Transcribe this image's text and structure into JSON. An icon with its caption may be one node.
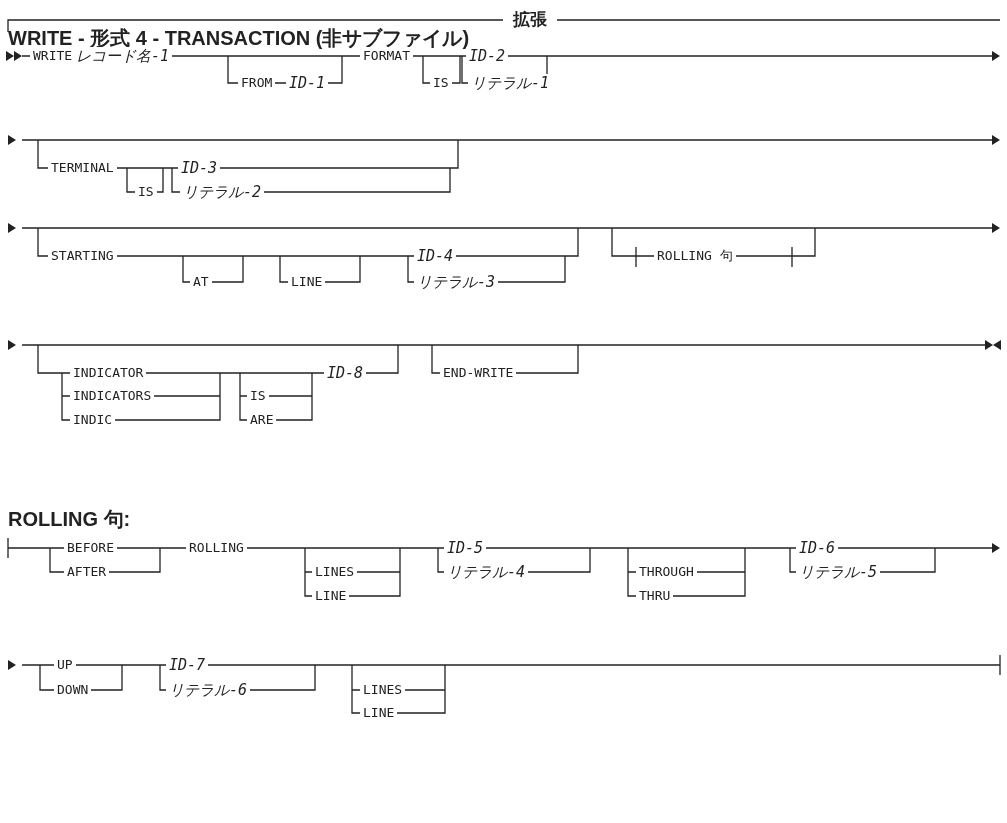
{
  "diagram": {
    "title": "WRITE - 形式 4 - TRANSACTION (非サブファイル)",
    "labels": [
      "拡張",
      "WRITE",
      "レコード名-1",
      "FORMAT",
      "ID-2",
      "FROM",
      "ID-1",
      "IS",
      "リテラル-1",
      "TERMINAL",
      "ID-3",
      "IS",
      "リテラル-2",
      "STARTING",
      "ID-4",
      "ROLLING 句",
      "AT",
      "LINE",
      "リテラル-3",
      "INDICATOR",
      "ID-8",
      "END-WRITE",
      "INDICATORS",
      "IS",
      "INDIC",
      "ARE",
      "ROLLING 句:",
      "BEFORE",
      "ROLLING",
      "ID-5",
      "ID-6",
      "AFTER",
      "LINES",
      "リテラル-4",
      "THROUGH",
      "リテラル-5",
      "LINE",
      "THRU",
      "UP",
      "ID-7",
      "DOWN",
      "リテラル-6",
      "LINES",
      "LINE"
    ]
  }
}
